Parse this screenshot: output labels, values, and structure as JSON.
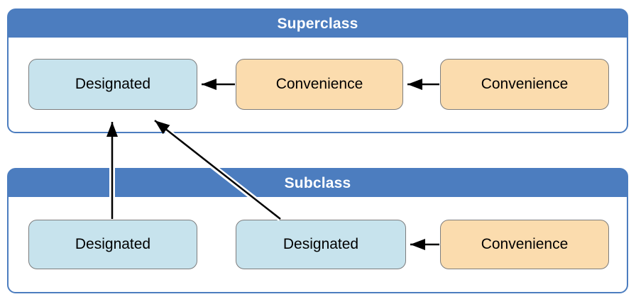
{
  "palette": {
    "background": "#ffffff",
    "container_border": "#4c7dbf",
    "header_fill": "#4c7dbf",
    "header_text": "#ffffff",
    "designated_fill": "#c7e3ed",
    "convenience_fill": "#fbdcae",
    "box_border": "#7d7d7d",
    "box_text": "#000000",
    "arrow": "#000000"
  },
  "superclass": {
    "title": "Superclass",
    "boxes": [
      {
        "id": "superclass-designated",
        "label": "Designated",
        "kind": "designated"
      },
      {
        "id": "superclass-convenience-1",
        "label": "Convenience",
        "kind": "convenience"
      },
      {
        "id": "superclass-convenience-2",
        "label": "Convenience",
        "kind": "convenience"
      }
    ]
  },
  "subclass": {
    "title": "Subclass",
    "boxes": [
      {
        "id": "subclass-designated-1",
        "label": "Designated",
        "kind": "designated"
      },
      {
        "id": "subclass-designated-2",
        "label": "Designated",
        "kind": "designated"
      },
      {
        "id": "subclass-convenience",
        "label": "Convenience",
        "kind": "convenience"
      }
    ]
  },
  "arrows": [
    {
      "from": "superclass-convenience-1",
      "to": "superclass-designated"
    },
    {
      "from": "superclass-convenience-2",
      "to": "superclass-convenience-1"
    },
    {
      "from": "subclass-convenience",
      "to": "subclass-designated-2"
    },
    {
      "from": "subclass-designated-1",
      "to": "superclass-designated"
    },
    {
      "from": "subclass-designated-2",
      "to": "superclass-designated"
    }
  ]
}
